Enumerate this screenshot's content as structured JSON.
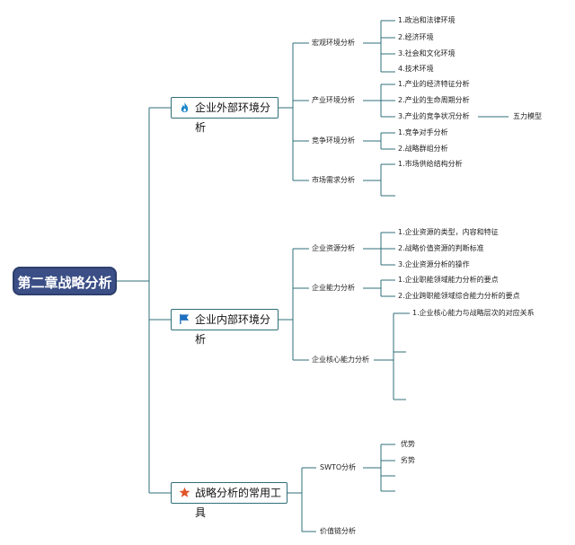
{
  "root": {
    "label": "第二章战略分析"
  },
  "branches": [
    {
      "label": "企业外部环境分析",
      "icon": "flame-icon",
      "icon_color": "#1e88c9",
      "children": [
        {
          "label": "宏观环境分析",
          "leaves": [
            "1.政治和法律环境",
            "2.经济环境",
            "3.社会和文化环境",
            "4.技术环境"
          ]
        },
        {
          "label": "产业环境分析",
          "leaves": [
            "1.产业的经济特征分析",
            "2.产业的生命周期分析",
            "3.产业的竞争状况分析"
          ],
          "extra": "五力模型"
        },
        {
          "label": "竞争环境分析",
          "leaves": [
            "1.竞争对手分析",
            "2.战略群组分析"
          ]
        },
        {
          "label": "市场需求分析",
          "leaves": [
            "1.市场供给结构分析"
          ]
        }
      ]
    },
    {
      "label": "企业内部环境分析",
      "icon": "flag-icon",
      "icon_color": "#1e6fbf",
      "children": [
        {
          "label": "企业资源分析",
          "leaves": [
            "1.企业资源的类型，内容和特征",
            "2.战略价值资源的判断标准",
            "3.企业资源分析的操作"
          ]
        },
        {
          "label": "企业能力分析",
          "leaves": [
            "1.企业职能领域能力分析的要点",
            "2.企业跨职能领域综合能力分析的要点"
          ]
        },
        {
          "label": "企业核心能力分析",
          "leaves": [
            "1.企业核心能力与战略层次的对应关系"
          ]
        }
      ]
    },
    {
      "label": "战略分析的常用工具",
      "icon": "star-icon",
      "icon_color": "#e0552b",
      "children": [
        {
          "label": "SWTO分析",
          "leaves": [
            "优势",
            "劣势"
          ]
        },
        {
          "label": "价值链分析",
          "leaves": []
        }
      ]
    }
  ]
}
